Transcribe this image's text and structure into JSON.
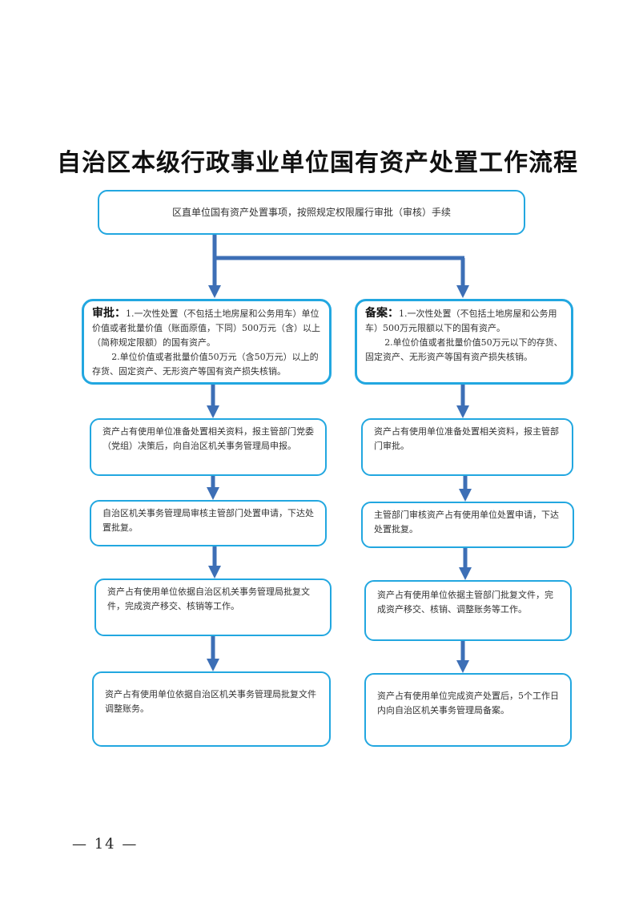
{
  "title": "自治区本级行政事业单位国有资产处置工作流程",
  "top_box": "区直单位国有资产处置事项，按照规定权限履行审批（审核）手续",
  "left": {
    "label": "审批：",
    "item1": "1.一次性处置（不包括土地房屋和公务用车）单位价值或者批量价值（账面原值，下同）500万元（含）以上（简称规定限额）的国有资产。",
    "item2": "2.单位价值或者批量价值50万元（含50万元）以上的存货、固定资产、无形资产等国有资产损失核销。",
    "steps": [
      "资产占有使用单位准备处置相关资料，报主管部门党委（党组）决策后，向自治区机关事务管理局申报。",
      "自治区机关事务管理局审核主管部门处置申请，下达处置批复。",
      "资产占有使用单位依据自治区机关事务管理局批复文件，完成资产移交、核销等工作。",
      "资产占有使用单位依据自治区机关事务管理局批复文件调整账务。"
    ]
  },
  "right": {
    "label": "备案：",
    "item1": "1.一次性处置（不包括土地房屋和公务用车）500万元限额以下的国有资产。",
    "item2": "2.单位价值或者批量价值50万元以下的存货、固定资产、无形资产等国有资产损失核销。",
    "steps": [
      "资产占有使用单位准备处置相关资料，报主管部门审批。",
      "主管部门审核资产占有使用单位处置申请，下达处置批复。",
      "资产占有使用单位依据主管部门批复文件，完成资产移交、核销、调整账务等工作。",
      "资产占有使用单位完成资产处置后，5个工作日内向自治区机关事务管理局备案。"
    ]
  },
  "page_number": "— 14 —",
  "colors": {
    "box_border": "#22a7e0",
    "arrow": "#3d6fb6"
  }
}
